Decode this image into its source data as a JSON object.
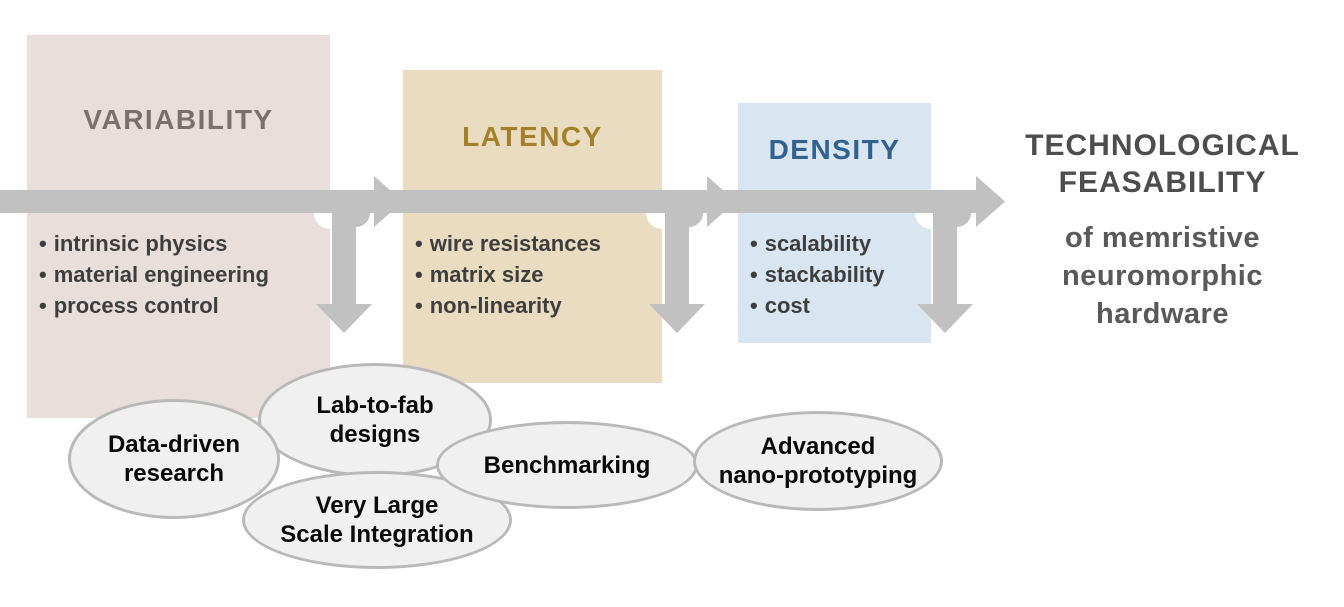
{
  "ui": {
    "bullet_char": "•"
  },
  "colors": {
    "background": "#ffffff",
    "variability_bg": "#e8dfdd",
    "variability_title": "#7a706d",
    "latency_bg": "#eadcc0",
    "latency_title": "#a5802b",
    "density_bg": "#d9e5f0",
    "density_title": "#31618f",
    "arrow": "#c1c1c1",
    "bullet_text": "#3e3e3e",
    "outcome_heading": "#4d4d4d",
    "outcome_subtitle": "#595959",
    "ellipse_fill": "#f0f0f0",
    "ellipse_stroke": "#b9b9b9",
    "ellipse_text": "#0a0a0a"
  },
  "flow": {
    "blocks": [
      {
        "id": "variability",
        "title": "VARIABILITY",
        "bullets": [
          "intrinsic physics",
          "material engineering",
          "process control"
        ]
      },
      {
        "id": "latency",
        "title": "LATENCY",
        "bullets": [
          "wire resistances",
          "matrix size",
          "non-linearity"
        ]
      },
      {
        "id": "density",
        "title": "DENSITY",
        "bullets": [
          "scalability",
          "stackability",
          "cost"
        ]
      }
    ],
    "outcome": {
      "heading_line1": "TECHNOLOGICAL",
      "heading_line2": "FEASABILITY",
      "subtitle_line1": "of memristive",
      "subtitle_line2": "neuromorphic",
      "subtitle_line3": "hardware"
    },
    "ellipses": [
      {
        "id": "lab-to-fab-designs",
        "line1": "Lab-to-fab",
        "line2": "designs"
      },
      {
        "id": "data-driven-research",
        "line1": "Data-driven",
        "line2": "research"
      },
      {
        "id": "very-large-scale-integration",
        "line1": "Very Large",
        "line2": "Scale Integration"
      },
      {
        "id": "benchmarking",
        "line1": "Benchmarking",
        "line2": ""
      },
      {
        "id": "advanced-nano-prototyping",
        "line1": "Advanced",
        "line2": "nano-prototyping"
      }
    ]
  }
}
